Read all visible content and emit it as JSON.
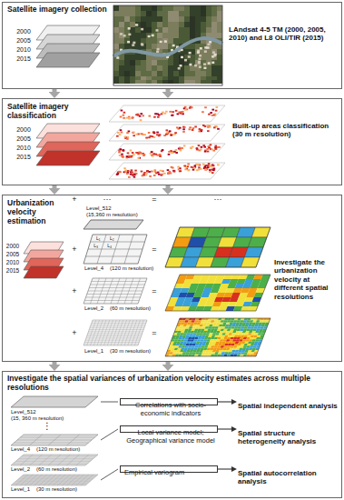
{
  "diagram": {
    "nodes": [
      {
        "text": [
          "Satellite imagery collection",
          "LAndsat 4-5 TM (2000, 2005, 2010) and L8 OLI/TIR (2015)"
        ]
      },
      {
        "text": [
          "Satellite imagery classification",
          "Built-up areas classification (30 m resolution)"
        ]
      },
      {
        "text": [
          "Urbanization velocity estimation",
          "Investigate the urbanization velocity at different spatial resolutions"
        ]
      },
      {
        "text": [
          "Investigate the spatial variances of urbanization velocity estimates across multiple resolutions"
        ]
      },
      {
        "text": [
          "Correlations with socio-economic indicators"
        ],
        "in": 3
      },
      {
        "text": [
          "Spatial independent analysis"
        ],
        "in": 3
      },
      {
        "text": [
          "Local variance model; Geographical variance model"
        ],
        "in": 3
      },
      {
        "text": [
          "Spatial structure heterogeneity analysis"
        ],
        "in": 3
      },
      {
        "text": [
          "Empirical variogram"
        ],
        "in": 3
      },
      {
        "text": [
          "Spatial autocorrelation analysis"
        ],
        "in": 3
      }
    ],
    "edges": [
      {
        "from": 0,
        "to": 1,
        "arrow": "to"
      },
      {
        "from": 0,
        "to": 1,
        "arrow": "to"
      },
      {
        "from": 1,
        "to": 2,
        "arrow": "to"
      },
      {
        "from": 1,
        "to": 2,
        "arrow": "to"
      },
      {
        "from": 2,
        "to": 3,
        "arrow": "to"
      },
      {
        "from": 2,
        "to": 3,
        "arrow": "to"
      },
      {
        "from": 4,
        "to": 5,
        "arrow": "to"
      },
      {
        "from": 6,
        "to": 7,
        "arrow": "to"
      },
      {
        "from": 8,
        "to": 9,
        "arrow": "to"
      }
    ],
    "labels": [
      "2000",
      "2005",
      "2010",
      "2015",
      "2000",
      "2005",
      "2010",
      "2015",
      "2000",
      "2005",
      "2010",
      "2015",
      "+",
      "···",
      "=",
      "···",
      "Level_512",
      "(15,360 m resolution)",
      "L₁",
      "L₂",
      "L₃",
      "L₄",
      "+",
      "=",
      "Level_4",
      "(120 m resolution)",
      "+",
      "=",
      "Level_2",
      "(60 m resolution)",
      "+",
      "=",
      "Level_1",
      "(30 m resolution)",
      "Level_512",
      "(15, 360 m resolution)",
      "⋮",
      "Level_4",
      "(120 m resolution)",
      "Level_2",
      "(60 m resolution)",
      "Level_1",
      "(30 m resolution)"
    ]
  }
}
